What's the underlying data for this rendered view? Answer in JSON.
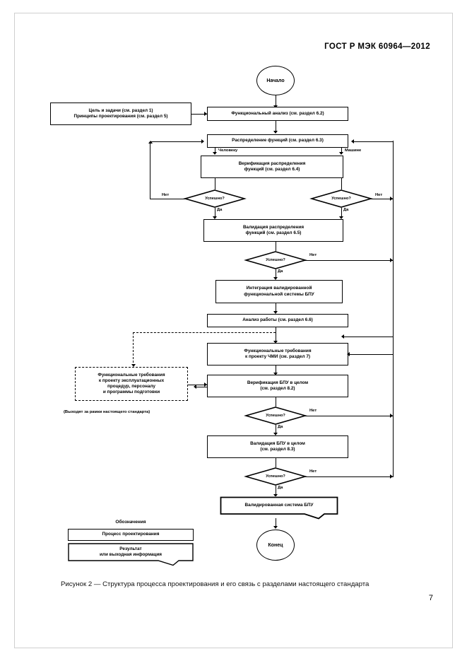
{
  "header": {
    "standard": "ГОСТ Р МЭК  60964—2012"
  },
  "page_number": "7",
  "caption": "Рисунок 2 — Структура процесса проектирования и его связь с разделами настоящего стандарта",
  "flow": {
    "start": "Начало",
    "end": "Конец",
    "goals_box": "Цель и задачи (см. раздел 1)\nПринципы проектирования (см. раздел 5)",
    "goals_line1": "Цель и задачи (см. раздел 1)",
    "goals_line2": "Принципы проектирования (см. раздел 5)",
    "functional_analysis": "Функциональный анализ (см. раздел 6.2)",
    "function_allocation": "Распределение функций (см. раздел 6.3)",
    "verification_allocation_l1": "Верификация распределения",
    "verification_allocation_l2": "функций (см. раздел 6.4)",
    "validation_allocation_l1": "Валидация распределения",
    "validation_allocation_l2": "функций (см. раздел 6.5)",
    "integration_l1": "Интеграция валидированной",
    "integration_l2": "функциональной системы БПУ",
    "work_analysis": "Анализ работы (см. раздел 6.6)",
    "hmi_requirements_l1": "Функциональные требования",
    "hmi_requirements_l2": "к проекту ЧМИ (см. раздел 7)",
    "verification_mcr_l1": "Верификация БПУ в целом",
    "verification_mcr_l2": "(см. раздел 8.2)",
    "validation_mcr_l1": "Валидация БПУ в целом",
    "validation_mcr_l2": "(см. раздел 8.3)",
    "validated_system": "Валидированная система БПУ",
    "ops_requirements_l1": "Функциональные требования",
    "ops_requirements_l2": "к проекту эксплуатационных",
    "ops_requirements_l3": "процедур, персоналу",
    "ops_requirements_l4": "и программы подготовки",
    "out_of_scope_note": "(Выходят за рамки настоящего стандарта)"
  },
  "labels": {
    "decision": "Успешно?",
    "yes": "Да",
    "no": "Нет",
    "to_human": "Человеку",
    "to_machine": "Машине"
  },
  "legend": {
    "title": "Обозначения",
    "process": "Процесс проектирования",
    "result_l1": "Результат",
    "result_l2": "или выходная информация"
  }
}
